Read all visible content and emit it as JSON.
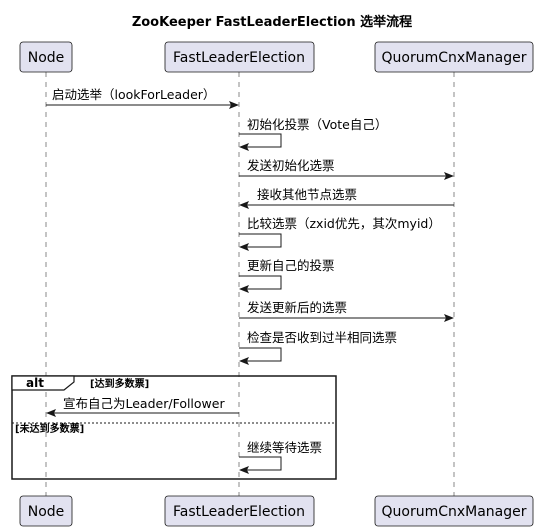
{
  "title": "ZooKeeper FastLeaderElection 选举流程",
  "participants": [
    {
      "id": "node",
      "label": "Node"
    },
    {
      "id": "fle",
      "label": "FastLeaderElection"
    },
    {
      "id": "qcm",
      "label": "QuorumCnxManager"
    }
  ],
  "messages": [
    {
      "from": "node",
      "to": "fle",
      "text": "启动选举（lookForLeader）"
    },
    {
      "from": "fle",
      "to": "fle",
      "text": "初始化投票（Vote自己）"
    },
    {
      "from": "fle",
      "to": "qcm",
      "text": "发送初始化选票"
    },
    {
      "from": "qcm",
      "to": "fle",
      "text": "接收其他节点选票"
    },
    {
      "from": "fle",
      "to": "fle",
      "text": "比较选票（zxid优先，其次myid）"
    },
    {
      "from": "fle",
      "to": "fle",
      "text": "更新自己的投票"
    },
    {
      "from": "fle",
      "to": "qcm",
      "text": "发送更新后的选票"
    },
    {
      "from": "fle",
      "to": "fle",
      "text": "检查是否收到过半相同选票"
    },
    {
      "from": "fle",
      "to": "node",
      "text": "宣布自己为Leader/Follower"
    },
    {
      "from": "fle",
      "to": "fle",
      "text": "继续等待选票"
    }
  ],
  "alt": {
    "keyword": "alt",
    "condition1": "[达到多数票]",
    "condition2": "[未达到多数票]"
  }
}
